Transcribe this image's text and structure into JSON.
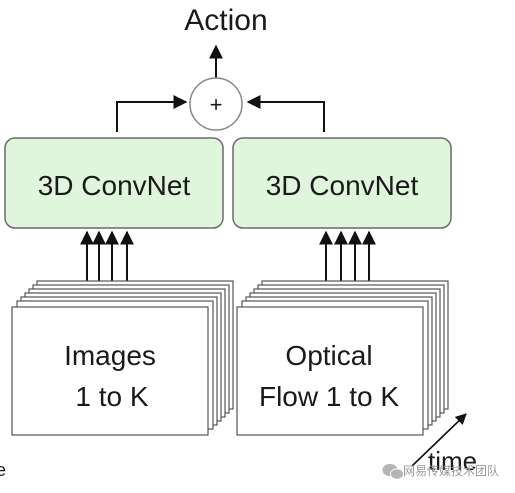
{
  "output": {
    "label": "Action"
  },
  "fusion": {
    "symbol": "+"
  },
  "rgb_stream": {
    "network_label": "3D ConvNet",
    "input_line1": "Images",
    "input_line2": "1 to K"
  },
  "flow_stream": {
    "network_label": "3D ConvNet",
    "input_line1": "Optical",
    "input_line2": "Flow 1 to K"
  },
  "time_axis": {
    "label": "time"
  },
  "edge_fragment": "e",
  "watermark": {
    "text": "网易传媒技术团队",
    "icon": "wechat-icon"
  },
  "colors": {
    "network_fill": "#dff5dc",
    "network_stroke": "#6a6a6a",
    "line": "#111111"
  }
}
